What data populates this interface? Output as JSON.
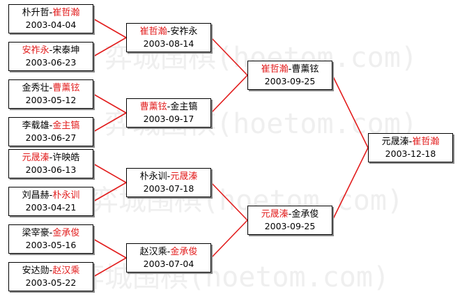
{
  "watermark": "弈城围棋(hoetom.com)",
  "colors": {
    "winner": "#e21d1d",
    "line": "#e21d1d",
    "border": "#000000",
    "shadow": "#8a8a8a"
  },
  "round1": [
    {
      "p1": "朴升哲",
      "sep": "-",
      "p2": "崔哲瀚",
      "winner": "p2",
      "date": "2003-04-04"
    },
    {
      "p1": "安祚永",
      "sep": "-",
      "p2": "宋泰坤",
      "winner": "p1",
      "date": "2003-06-23"
    },
    {
      "p1": "金秀壮",
      "sep": "-",
      "p2": "曹薰铉",
      "winner": "p2",
      "date": "2003-05-12"
    },
    {
      "p1": "李载雄",
      "sep": "-",
      "p2": "金主镐",
      "winner": "p2",
      "date": "2003-06-27"
    },
    {
      "p1": "元晟溱",
      "sep": "-",
      "p2": "许映皓",
      "winner": "p1",
      "date": "2003-06-13"
    },
    {
      "p1": "刘昌赫",
      "sep": "-",
      "p2": "朴永训",
      "winner": "p2",
      "date": "2003-04-21"
    },
    {
      "p1": "梁宰豪",
      "sep": "-",
      "p2": "金承俊",
      "winner": "p2",
      "date": "2003-05-16"
    },
    {
      "p1": "安达勋",
      "sep": "-",
      "p2": "赵汉乘",
      "winner": "p2",
      "date": "2003-05-22"
    }
  ],
  "round2": [
    {
      "p1": "崔哲瀚",
      "sep": "-",
      "p2": "安祚永",
      "winner": "p1",
      "date": "2003-08-14"
    },
    {
      "p1": "曹薰铉",
      "sep": "-",
      "p2": "金主镐",
      "winner": "p1",
      "date": "2003-09-17"
    },
    {
      "p1": "朴永训",
      "sep": "-",
      "p2": "元晟溱",
      "winner": "p2",
      "date": "2003-07-18"
    },
    {
      "p1": "赵汉乘",
      "sep": "-",
      "p2": "金承俊",
      "winner": "p2",
      "date": "2003-07-04"
    }
  ],
  "semifinal": [
    {
      "p1": "崔哲瀚",
      "sep": "-",
      "p2": "曹薰铉",
      "winner": "p1",
      "date": "2003-09-25"
    },
    {
      "p1": "元晟溱",
      "sep": "-",
      "p2": "金承俊",
      "winner": "p1",
      "date": "2003-09-25"
    }
  ],
  "final": [
    {
      "p1": "元晟溱",
      "sep": "-",
      "p2": "崔哲瀚",
      "winner": "p2",
      "date": "2003-12-18"
    }
  ]
}
